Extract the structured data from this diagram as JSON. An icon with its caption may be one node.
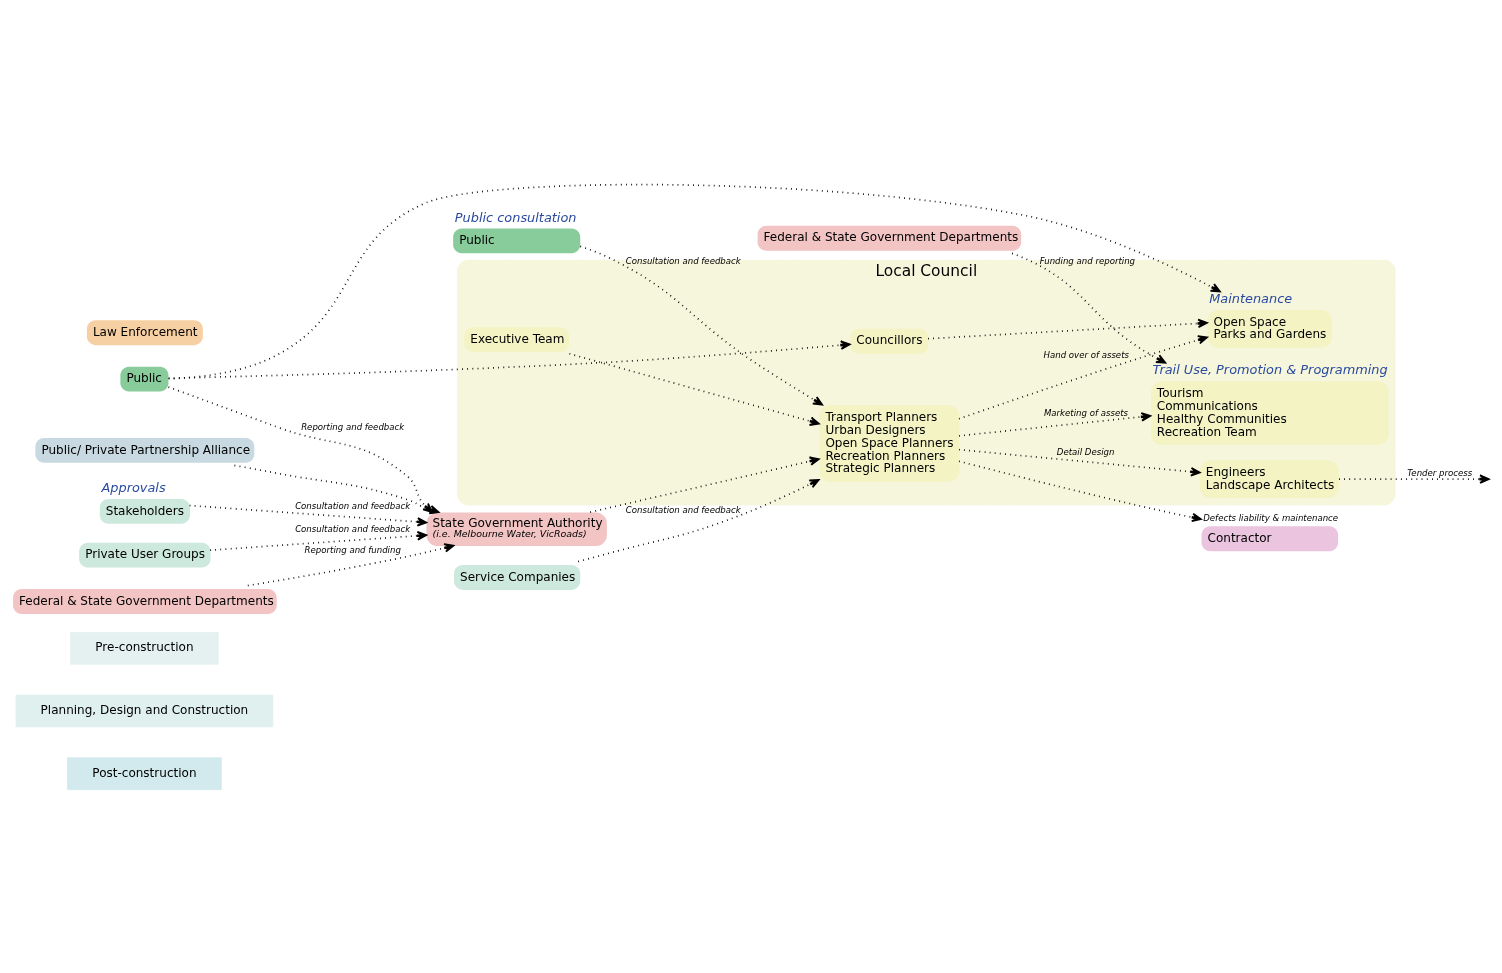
{
  "diagram": {
    "nodes": [
      {
        "text": [
          "Pre-construction"
        ]
      },
      {
        "text": [
          "Planning, Design and Construction"
        ]
      },
      {
        "text": [
          "Post-construction"
        ]
      },
      {
        "text": [
          "Public/ Private Partnership Alliance"
        ]
      },
      {
        "text": [
          "Law Enforcement"
        ]
      },
      {
        "text": [
          "Federal & State Government Departments"
        ]
      },
      {
        "text": [
          "Public"
        ]
      },
      {
        "text": [
          "Approvals",
          "Stakeholders"
        ]
      },
      {
        "text": [
          "State Government Authority",
          "(i.e. Melbourne Water, VicRoads)"
        ]
      },
      {
        "text": [
          "Private User Groups"
        ]
      },
      {
        "text": [
          "Service Companies"
        ]
      },
      {
        "text": [
          "Local Council"
        ]
      },
      {
        "text": [
          "Executive Team"
        ],
        "in": 11
      },
      {
        "text": [
          "Councillors"
        ],
        "in": 11
      },
      {
        "text": [
          "Maintenance",
          "Open Space",
          "Parks and Gardens"
        ],
        "in": 11
      },
      {
        "text": [
          "Transport Planners",
          "Urban Designers",
          "Open Space Planners",
          "Recreation Planners",
          "Strategic Planners"
        ],
        "in": 11
      },
      {
        "text": [
          "Public consultation",
          "Public"
        ]
      },
      {
        "text": [
          "Trail Use, Promotion & Programming",
          "Tourism",
          "Communications",
          "Healthy Communities",
          "Recreation Team"
        ],
        "in": 11
      },
      {
        "text": [
          "Engineers",
          "Landscape Architects"
        ],
        "in": 11
      },
      {
        "text": [
          "Contractor"
        ],
        "beside": [
          "Defects liability & maintenance"
        ]
      },
      {
        "text": [
          "Federal & State Government Departments"
        ]
      }
    ],
    "edges": [
      {
        "from": 5,
        "to": 8,
        "arrow": "to",
        "label": "Reporting and funding"
      },
      {
        "from": 3,
        "to": 8,
        "arrow": "to"
      },
      {
        "from": 7,
        "to": 8,
        "arrow": "to",
        "label": "Consultation and feedback"
      },
      {
        "from": 9,
        "to": 8,
        "arrow": "to",
        "label": "Consultation and feedback"
      },
      {
        "from": 6,
        "to": 8,
        "arrow": "to",
        "label": "Reporting and feedback"
      },
      {
        "from": 6,
        "to": 13,
        "arrow": "to"
      },
      {
        "from": 6,
        "to": 14,
        "arrow": "to"
      },
      {
        "from": 10,
        "to": 15,
        "arrow": "to",
        "label": "Consultation and feedback"
      },
      {
        "from": 8,
        "to": 15,
        "arrow": "to"
      },
      {
        "from": 12,
        "to": 15,
        "arrow": "to"
      },
      {
        "from": 13,
        "to": 14,
        "arrow": "to"
      },
      {
        "from": 16,
        "to": 15,
        "arrow": "to",
        "label": "Consultation and feedback"
      },
      {
        "from": 15,
        "to": 14,
        "arrow": "to",
        "label": "Hand over of assets"
      },
      {
        "from": 15,
        "to": 17,
        "arrow": "to",
        "label": "Marketing of assets"
      },
      {
        "from": 15,
        "to": 19,
        "arrow": "to"
      },
      {
        "from": 15,
        "to": 18,
        "arrow": "to",
        "label": "Detail Design"
      },
      {
        "from": 18,
        "to": null,
        "arrow": "to",
        "label": "Tender process"
      },
      {
        "from": 20,
        "to": 17,
        "arrow": "to",
        "label": "Funding and reporting"
      }
    ]
  }
}
